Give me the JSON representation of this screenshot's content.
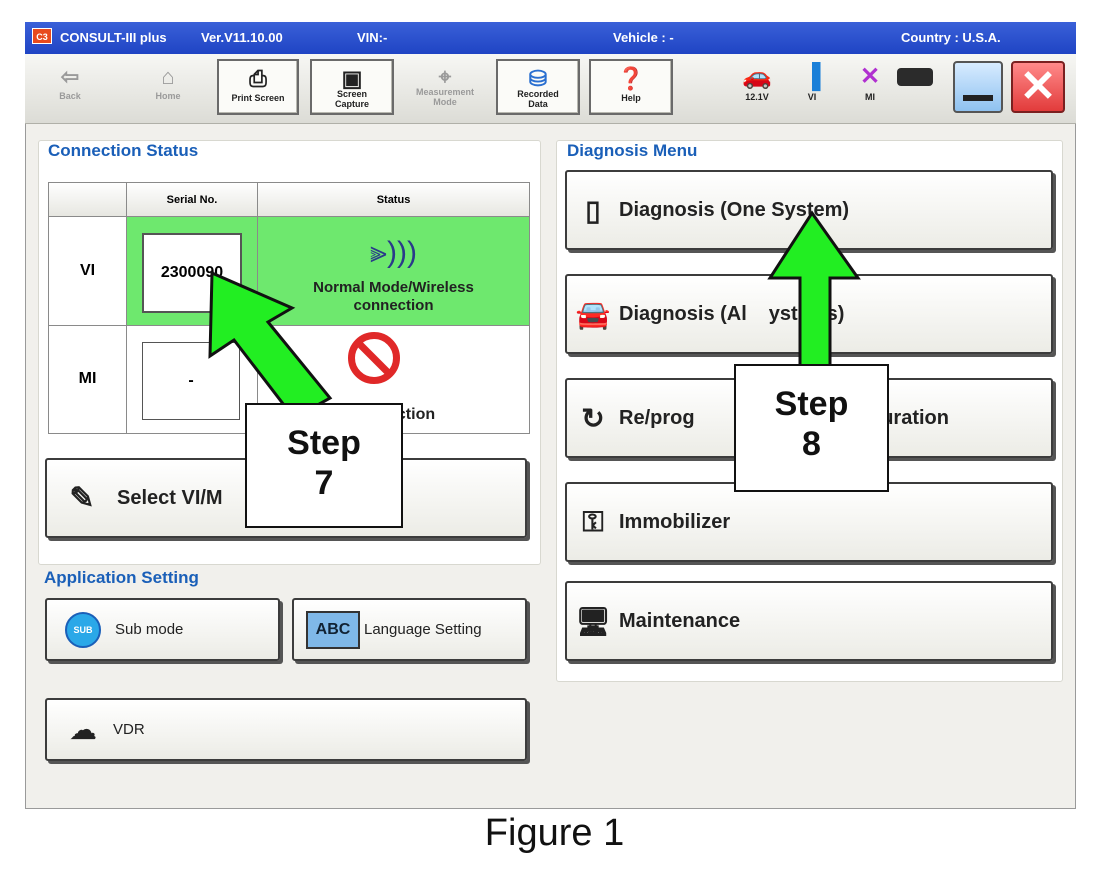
{
  "titlebar": {
    "app": "CONSULT-III plus",
    "version": "Ver.V11.10.00",
    "vin": "VIN:-",
    "vehicle": "Vehicle : -",
    "country": "Country : U.S.A."
  },
  "toolbar": {
    "back": "Back",
    "home": "Home",
    "print_screen": "Print Screen",
    "screen_capture_1": "Screen",
    "screen_capture_2": "Capture",
    "measurement_1": "Measurement",
    "measurement_2": "Mode",
    "recorded_1": "Recorded",
    "recorded_2": "Data",
    "help": "Help",
    "voltage": "12.1V",
    "vi": "VI",
    "mi": "MI"
  },
  "connection": {
    "title": "Connection Status",
    "col_serial": "Serial No.",
    "col_status": "Status",
    "rows": [
      {
        "label": "VI",
        "serial": "2300090",
        "status": "Normal Mode/Wireless connection"
      },
      {
        "label": "MI",
        "serial": "-",
        "status": "ection"
      }
    ],
    "select_label": "Select VI/M"
  },
  "application": {
    "title": "Application Setting",
    "sub_mode_icon": "SUB",
    "sub_mode": "Sub mode",
    "language_icon": "ABC",
    "language": "Language Setting",
    "vdr": "VDR"
  },
  "diagnosis": {
    "title": "Diagnosis Menu",
    "one_system": "Diagnosis (One System)",
    "all_systems_a": "Diagnosis (Al",
    "all_systems_b": "ystems)",
    "reprog_a": "Re/prog",
    "reprog_b": "nfiguration",
    "immobilizer": "Immobilizer",
    "maintenance": "Maintenance"
  },
  "steps": {
    "step7_word": "Step",
    "step7_num": "7",
    "step8_word": "Step",
    "step8_num": "8"
  },
  "caption": "Figure 1",
  "colors": {
    "title_bar": "#2a4fd0",
    "status_ok": "#6ee86e",
    "arrow": "#22ee22",
    "panel_title": "#1a5fb8",
    "close": "#e84545"
  }
}
